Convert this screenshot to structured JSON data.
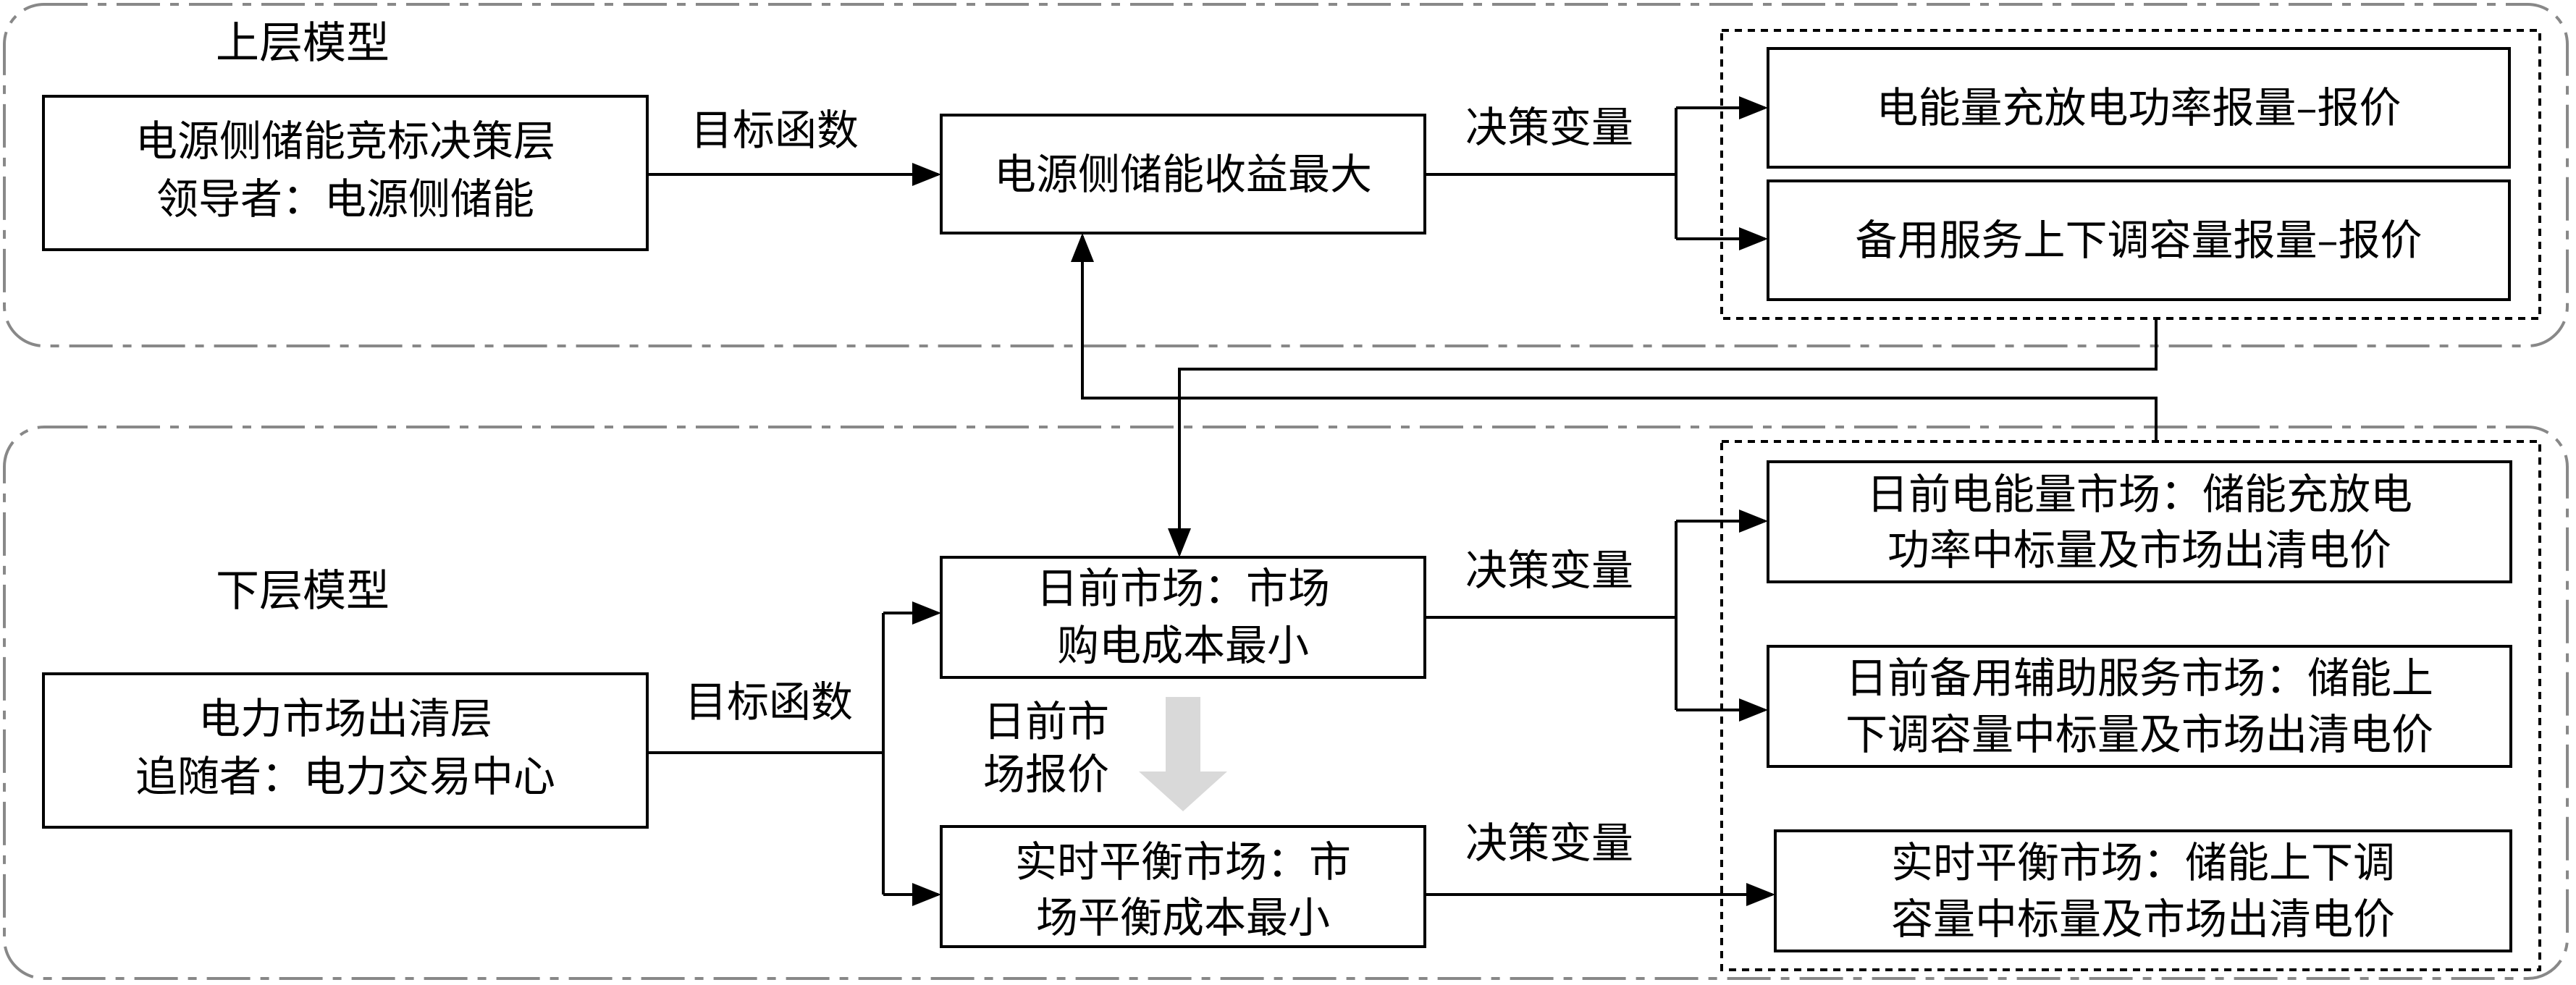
{
  "upper": {
    "title": "上层模型",
    "leader_box": {
      "line1": "电源侧储能竞标决策层",
      "line2": "领导者：电源侧储能"
    },
    "objective_label": "目标函数",
    "objective_box": "电源侧储能收益最大",
    "decision_label": "决策变量",
    "outputs": [
      "电能量充放电功率报量–报价",
      "备用服务上下调容量报量–报价"
    ]
  },
  "lower": {
    "title": "下层模型",
    "follower_box": {
      "line1": "电力市场出清层",
      "line2": "追随者：电力交易中心"
    },
    "objective_label": "目标函数",
    "dayahead_box": {
      "line1": "日前市场：市场",
      "line2": "购电成本最小"
    },
    "realtime_box": {
      "line1": "实时平衡市场：市",
      "line2": "场平衡成本最小"
    },
    "bid_label": {
      "line1": "日前市",
      "line2": "场报价"
    },
    "decision_label_1": "决策变量",
    "decision_label_2": "决策变量",
    "outputs": [
      {
        "line1": "日前电能量市场：储能充放电",
        "line2": "功率中标量及市场出清电价"
      },
      {
        "line1": "日前备用辅助服务市场：储能上",
        "line2": "下调容量中标量及市场出清电价"
      },
      {
        "line1": "实时平衡市场：储能上下调",
        "line2": "容量中标量及市场出清电价"
      }
    ]
  },
  "colors": {
    "line": "#000000",
    "region_border": "#888888",
    "bid_arrow": "#d9d9d9"
  }
}
